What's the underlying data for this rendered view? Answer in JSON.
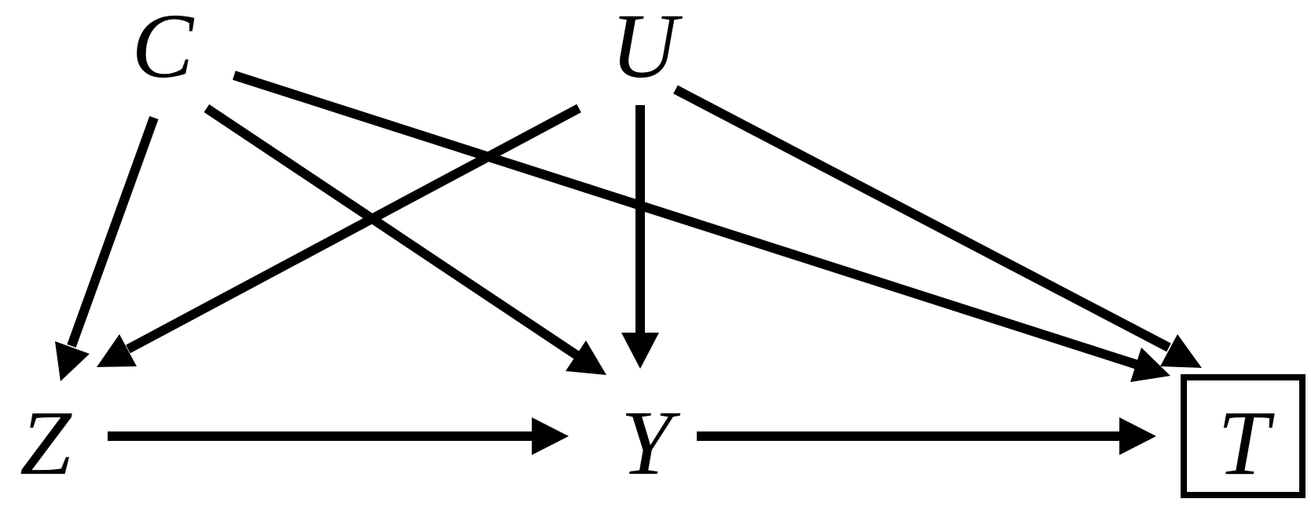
{
  "nodes": [
    {
      "id": "C",
      "label": "C",
      "boxed": false
    },
    {
      "id": "U",
      "label": "U",
      "boxed": false
    },
    {
      "id": "Z",
      "label": "Z",
      "boxed": false
    },
    {
      "id": "Y",
      "label": "Y",
      "boxed": false
    },
    {
      "id": "T",
      "label": "T",
      "boxed": true
    }
  ],
  "edges": [
    {
      "from": "C",
      "to": "Z"
    },
    {
      "from": "C",
      "to": "Y"
    },
    {
      "from": "C",
      "to": "T"
    },
    {
      "from": "U",
      "to": "Z"
    },
    {
      "from": "U",
      "to": "Y"
    },
    {
      "from": "U",
      "to": "T"
    },
    {
      "from": "Z",
      "to": "Y"
    },
    {
      "from": "Y",
      "to": "T"
    }
  ],
  "colors": {
    "stroke": "#000000",
    "background": "#ffffff"
  }
}
